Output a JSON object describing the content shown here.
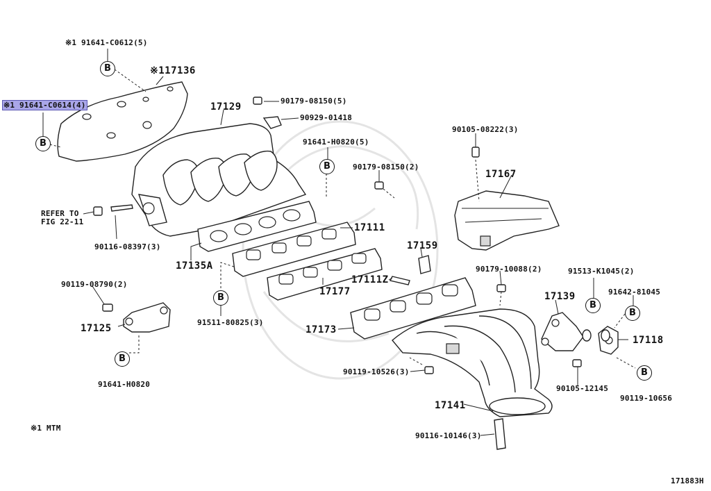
{
  "diagram_id": "171883H",
  "footnote": "※1 MTM",
  "refer_note_line1": "REFER TO",
  "refer_note_line2": "FIG 22-11",
  "bubble_letter": "B",
  "colors": {
    "highlight": "#a9a6e8",
    "ink": "#111111",
    "watermark": "#e6e6e6"
  },
  "part_labels": {
    "p91641_c0612": "※1 91641-C0612(5)",
    "p117136": "※117136",
    "p91641_c0614": "※1 91641-C0614(4)",
    "p17129": "17129",
    "p90179_08150_5": "90179-08150(5)",
    "p90929_01418": "90929-01418",
    "p91641_h0820_5": "91641-H0820(5)",
    "p90179_08150_2": "90179-08150(2)",
    "p90105_08222": "90105-08222(3)",
    "p17167": "17167",
    "p17111": "17111",
    "p90116_08397": "90116-08397(3)",
    "p17135a": "17135A",
    "p17159": "17159",
    "p90179_10088": "90179-10088(2)",
    "p91513_k1045": "91513-K1045(2)",
    "p17139": "17139",
    "p91642_81045": "91642-81045",
    "p90119_08790": "90119-08790(2)",
    "p17177": "17177",
    "p17111z": "17111Z",
    "p17118": "17118",
    "p17125": "17125",
    "p91511_80825": "91511-80825(3)",
    "p17173": "17173",
    "p91641_h0820": "91641-H0820",
    "p90119_10526": "90119-10526(3)",
    "p90105_12145": "90105-12145",
    "p90119_10656": "90119-10656",
    "p17141": "17141",
    "p90116_10146": "90116-10146(3)"
  }
}
